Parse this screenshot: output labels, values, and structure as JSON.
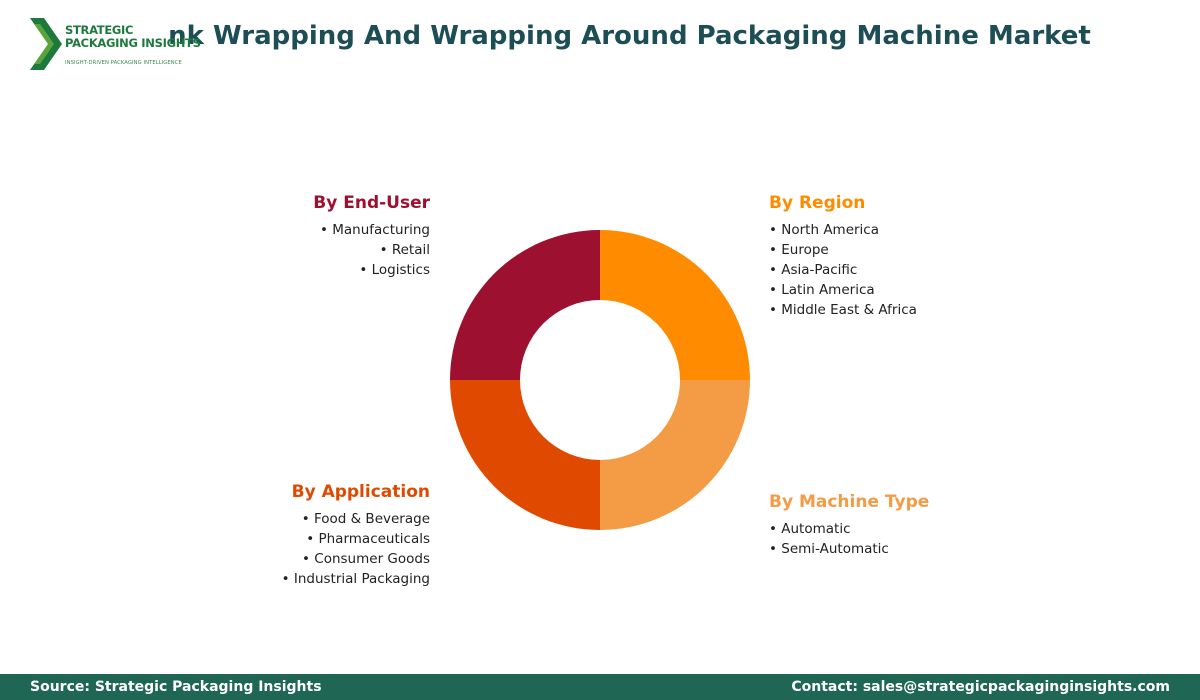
{
  "logo": {
    "line1": "STRATEGIC",
    "line2": "PACKAGING INSIGHTS",
    "tagline": "INSIGHT-DRIVEN PACKAGING INTELLIGENCE"
  },
  "title": "Shrink Wrapping And Wrapping Around Packaging Machine Market",
  "colors": {
    "region": "#ff8c00",
    "machine_type": "#f39c45",
    "application": "#e04a00",
    "end_user": "#9e1030",
    "title": "#1d4e55",
    "footer_bg": "#1f6655",
    "logo_green": "#1e7a3c"
  },
  "chart_data": {
    "type": "pie",
    "donut": true,
    "title": "Shrink Wrapping And Wrapping Around Packaging Machine Market",
    "slices": [
      {
        "label": "By Region",
        "value": 25,
        "color": "#ff8c00"
      },
      {
        "label": "By Machine Type",
        "value": 25,
        "color": "#f39c45"
      },
      {
        "label": "By Application",
        "value": 25,
        "color": "#e04a00"
      },
      {
        "label": "By End-User",
        "value": 25,
        "color": "#9e1030"
      }
    ]
  },
  "segments": {
    "region": {
      "title": "By Region",
      "items": [
        "North America",
        "Europe",
        "Asia-Pacific",
        "Latin America",
        "Middle East & Africa"
      ]
    },
    "machine_type": {
      "title": "By Machine Type",
      "items": [
        "Automatic",
        "Semi-Automatic"
      ]
    },
    "application": {
      "title": "By Application",
      "items": [
        "Food & Beverage",
        "Pharmaceuticals",
        "Consumer Goods",
        "Industrial Packaging"
      ]
    },
    "end_user": {
      "title": "By End-User",
      "items": [
        "Manufacturing",
        "Retail",
        "Logistics"
      ]
    }
  },
  "footer": {
    "source": "Source: Strategic Packaging Insights",
    "contact": "Contact: sales@strategicpackaginginsights.com"
  }
}
